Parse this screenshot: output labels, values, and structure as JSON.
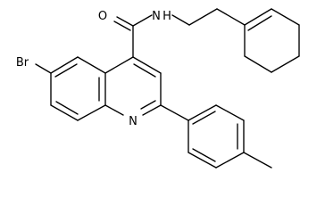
{
  "molecule": {
    "atoms": {
      "oxygen": "O",
      "amide_nitrogen": "N",
      "amide_hydrogen": "H",
      "bromine": "Br",
      "ring_nitrogen": "N"
    },
    "colors": {
      "bond": "#000000",
      "label": "#000000",
      "background": "#ffffff"
    }
  }
}
